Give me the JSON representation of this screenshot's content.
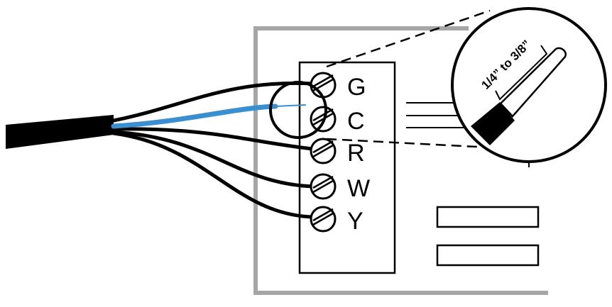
{
  "terminals": [
    {
      "label": "G"
    },
    {
      "label": "C"
    },
    {
      "label": "R"
    },
    {
      "label": "W"
    },
    {
      "label": "Y"
    }
  ],
  "callout": {
    "strip_length_text": "1/4” to 3/8”"
  },
  "colors": {
    "outline": "#000000",
    "housing": "#a6a6a6",
    "c_wire": "#3a8fd1"
  },
  "icons": [
    "screw-terminal-icon",
    "magnifier-callout-icon"
  ]
}
